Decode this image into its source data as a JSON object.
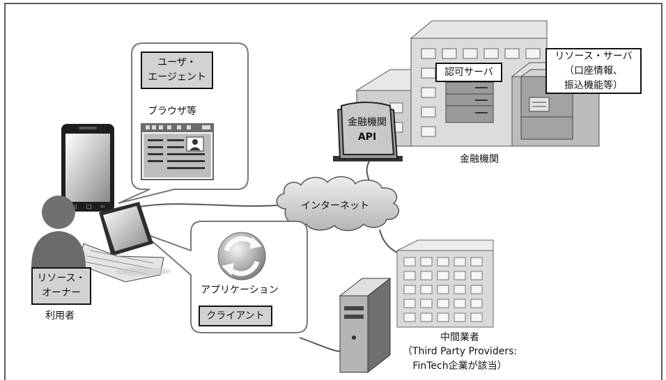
{
  "user_agent": {
    "line1": "ユーザ・",
    "line2": "エージェント"
  },
  "browser_label": "ブラウザ等",
  "resource_owner": {
    "line1": "リソース・",
    "line2": "オーナー"
  },
  "user_label": "利用者",
  "app_label": "アプリケーション",
  "client_label": "クライアント",
  "internet_label": "インターネット",
  "bank_api": {
    "line1": "金融機関",
    "line2": "API"
  },
  "auth_server_label": "認可サーバ",
  "resource_server": {
    "line1": "リソース・サーバ",
    "line2": "（口座情報、",
    "line3": "振込機能等）"
  },
  "bank_label": "金融機関",
  "intermediary": {
    "line1": "中間業者",
    "line2": "（Third Party Providers:",
    "line3": "FinTech企業が該当）"
  },
  "colors": {
    "frame": "#222222",
    "light_gray": "#d9d9d9",
    "mid_gray": "#a8a8a8",
    "dark_gray": "#555555"
  }
}
